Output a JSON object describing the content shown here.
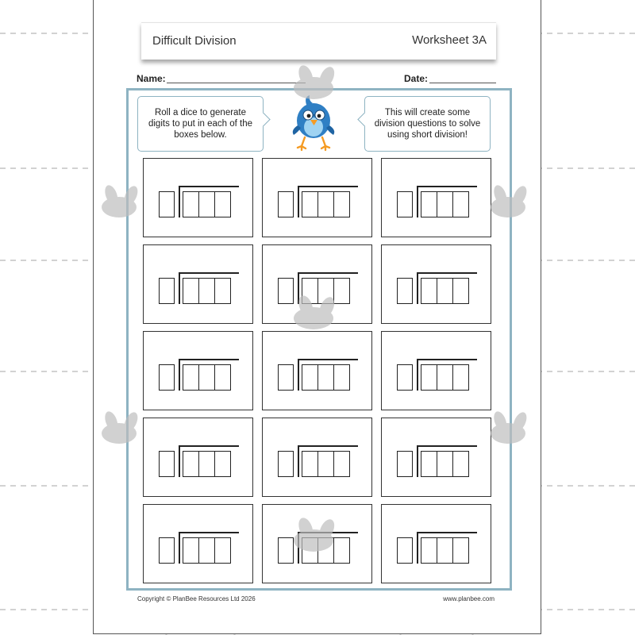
{
  "header": {
    "title": "Difficult Division",
    "worksheet": "Worksheet 3A"
  },
  "fields": {
    "name_label": "Name:",
    "date_label": "Date:"
  },
  "speech": {
    "left": "Roll a dice to generate digits to put in each of the boxes below.",
    "right": "This will create some division questions to solve using short division!"
  },
  "grid": {
    "rows": 5,
    "columns": 3,
    "digit_boxes_per_problem": 3
  },
  "footer": {
    "copyright": "Copyright © PlanBee Resources Ltd 2026",
    "website": "www.planbee.com"
  },
  "colors": {
    "frame": "#8eb3c2",
    "bird_body": "#2f7fc4",
    "bird_beak": "#f59b23",
    "watermark": "#cfcfcf"
  }
}
